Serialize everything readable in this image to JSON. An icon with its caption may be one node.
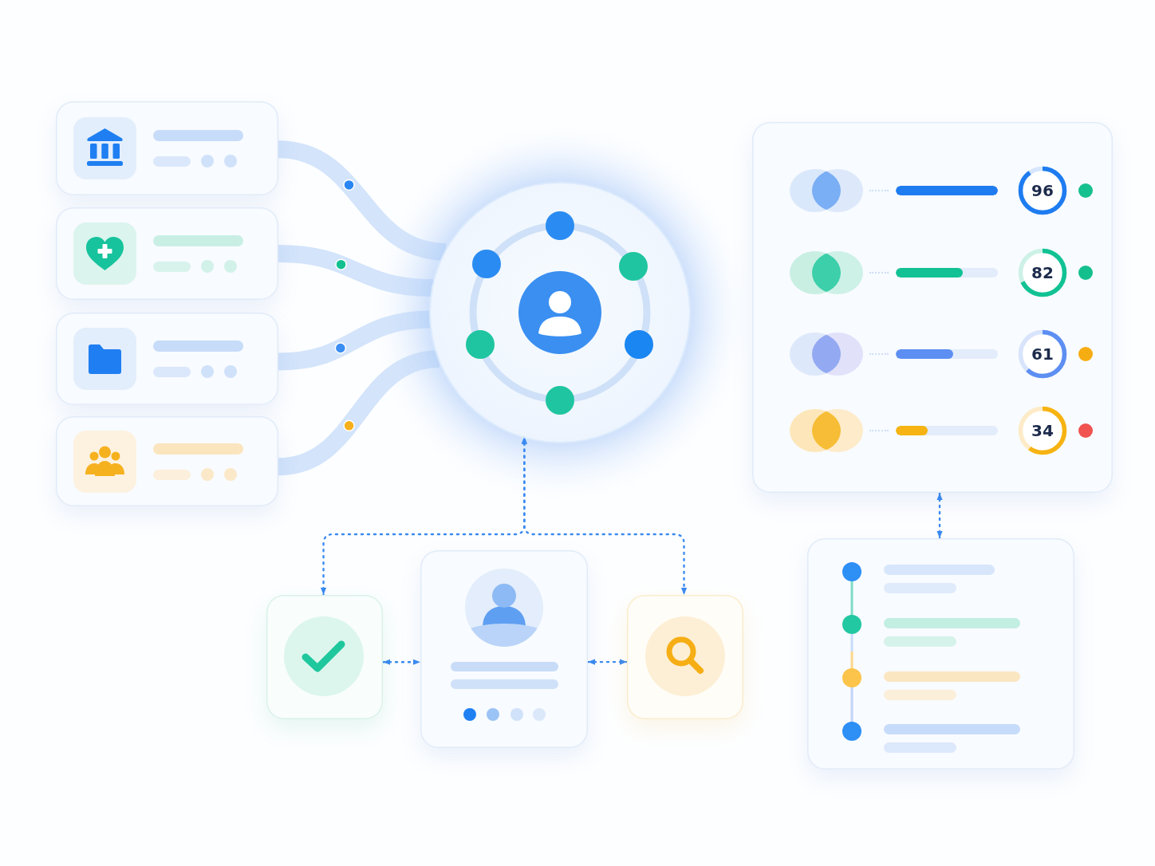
{
  "diagram": {
    "nodes": [
      {
        "text": [],
        "shape": "box"
      },
      {
        "text": [],
        "shape": "box"
      },
      {
        "text": [],
        "shape": "box"
      },
      {
        "text": [],
        "shape": "box"
      },
      {
        "text": [],
        "shape": "circle"
      },
      {
        "text": [],
        "shape": "box"
      },
      {
        "text": [
          "96"
        ],
        "in": 5
      },
      {
        "text": [
          "82"
        ],
        "in": 5
      },
      {
        "text": [
          "61"
        ],
        "in": 5
      },
      {
        "text": [
          "34"
        ],
        "in": 5
      },
      {
        "text": [],
        "shape": "box"
      },
      {
        "text": [],
        "shape": "box"
      },
      {
        "text": [],
        "shape": "box"
      },
      {
        "text": [],
        "shape": "box"
      }
    ],
    "edges": [
      {
        "from": 0,
        "to": 4,
        "arrow": "none",
        "style": "thick",
        "color": "#d3e4fb"
      },
      {
        "from": 1,
        "to": 4,
        "arrow": "none",
        "style": "thick",
        "color": "#d3e4fb"
      },
      {
        "from": 2,
        "to": 4,
        "arrow": "none",
        "style": "thick",
        "color": "#d3e4fb"
      },
      {
        "from": 3,
        "to": 4,
        "arrow": "none",
        "style": "thick",
        "color": "#d3e4fb"
      },
      {
        "from": 4,
        "to": 10,
        "arrow": "both",
        "style": "dashed"
      },
      {
        "from": 4,
        "to": 12,
        "arrow": "both",
        "style": "dashed"
      },
      {
        "from": 10,
        "to": 11,
        "arrow": "both",
        "style": "dashed"
      },
      {
        "from": 11,
        "to": 12,
        "arrow": "both",
        "style": "dashed"
      },
      {
        "from": 5,
        "to": 13,
        "arrow": "both",
        "style": "dashed"
      }
    ]
  }
}
